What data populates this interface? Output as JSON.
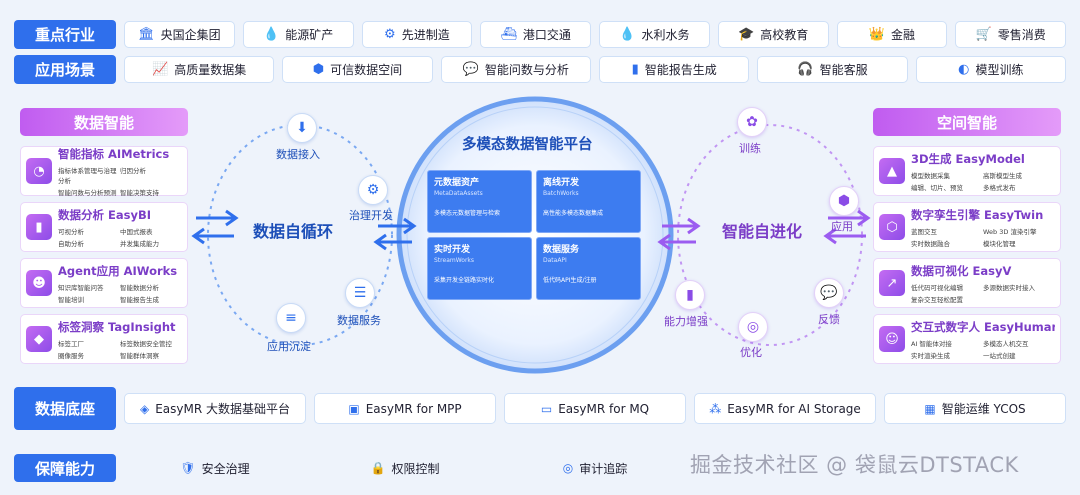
{
  "industries": {
    "label": "重点行业",
    "items": [
      {
        "name": "央国企集团",
        "icon": "bank-icon"
      },
      {
        "name": "能源矿产",
        "icon": "energy-icon"
      },
      {
        "name": "先进制造",
        "icon": "gear-icon"
      },
      {
        "name": "港口交通",
        "icon": "ship-icon"
      },
      {
        "name": "水利水务",
        "icon": "water-icon"
      },
      {
        "name": "高校教育",
        "icon": "graduation-icon"
      },
      {
        "name": "金融",
        "icon": "finance-icon"
      },
      {
        "name": "零售消费",
        "icon": "cart-icon"
      }
    ]
  },
  "scenarios": {
    "label": "应用场景",
    "items": [
      {
        "name": "高质量数据集",
        "icon": "chart-line-icon"
      },
      {
        "name": "可信数据空间",
        "icon": "cube-icon"
      },
      {
        "name": "智能问数与分析",
        "icon": "chat-icon"
      },
      {
        "name": "智能报告生成",
        "icon": "bar-chart-icon"
      },
      {
        "name": "智能客服",
        "icon": "headset-icon"
      },
      {
        "name": "模型训练",
        "icon": "model-icon"
      }
    ]
  },
  "data_intelligence": {
    "title": "数据智能",
    "cards": [
      {
        "title": "智能指标 AIMetrics",
        "icon": "pie-icon",
        "subs": [
          "指标体系管理与治理分析",
          "归因分析",
          "智能问数与分析预测",
          "智能决策支持"
        ]
      },
      {
        "title": "数据分析 EasyBI",
        "icon": "bar-chart-icon",
        "subs": [
          "可视分析",
          "中国式报表",
          "自助分析",
          "并发集成能力"
        ]
      },
      {
        "title": "Agent应用 AIWorks",
        "icon": "robot-icon",
        "subs": [
          "知识库智能问答",
          "智能数据分析",
          "智能培训",
          "智能报告生成"
        ]
      },
      {
        "title": "标签洞察 TagInsight",
        "icon": "tag-icon",
        "subs": [
          "标签工厂",
          "标签数据安全管控",
          "圈像服务",
          "智能群体洞察"
        ]
      }
    ]
  },
  "spatial_intelligence": {
    "title": "空间智能",
    "cards": [
      {
        "title": "3D生成 EasyModel",
        "icon": "3d-icon",
        "subs": [
          "模型数据采集",
          "高斯模型生成",
          "编辑、切片、预览",
          "多格式发布"
        ]
      },
      {
        "title": "数字孪生引擎 EasyTwin",
        "icon": "twin-icon",
        "subs": [
          "蓝图交互",
          "Web 3D 渲染引擎",
          "实时数据融合",
          "模块化管理"
        ]
      },
      {
        "title": "数据可视化 EasyV",
        "icon": "visualization-icon",
        "subs": [
          "低代码可视化编辑",
          "多源数据实时接入",
          "复杂交互轻松配置",
          ""
        ]
      },
      {
        "title": "交互式数字人 EasyHuman",
        "icon": "avatar-icon",
        "subs": [
          "AI 智能体对接",
          "多模态人机交互",
          "实时渲染生成",
          "一站式创建"
        ]
      }
    ]
  },
  "left_loop": {
    "title": "数据自循环",
    "steps": [
      "数据接入",
      "治理开发",
      "数据服务",
      "应用沉淀"
    ]
  },
  "right_loop": {
    "title": "智能自进化",
    "steps": [
      "训练",
      "应用",
      "反馈",
      "优化",
      "能力增强"
    ]
  },
  "platform": {
    "title": "多模态数据智能平台",
    "modules": [
      {
        "name": "元数据资产",
        "en": "MetaDataAssets",
        "desc": "多模态元数据管理与检索"
      },
      {
        "name": "离线开发",
        "en": "BatchWorks",
        "desc": "高性能多模态数据集成"
      },
      {
        "name": "实时开发",
        "en": "StreamWorks",
        "desc": "采集开发全链路实时化"
      },
      {
        "name": "数据服务",
        "en": "DataAPI",
        "desc": "低代码API生成/注册"
      }
    ]
  },
  "foundation": {
    "label": "数据底座",
    "items": [
      {
        "name": "EasyMR 大数据基础平台",
        "icon": "layers-icon"
      },
      {
        "name": "EasyMR for MPP",
        "icon": "chip-icon"
      },
      {
        "name": "EasyMR for MQ",
        "icon": "monitor-icon"
      },
      {
        "name": "EasyMR for AI Storage",
        "icon": "storage-icon"
      },
      {
        "name": "智能运维 YCOS",
        "icon": "ops-icon"
      }
    ]
  },
  "assurance": {
    "label": "保障能力",
    "items": [
      {
        "name": "安全治理",
        "icon": "shield-icon"
      },
      {
        "name": "权限控制",
        "icon": "lock-icon"
      },
      {
        "name": "审计追踪",
        "icon": "target-icon"
      },
      {
        "name": "",
        "icon": ""
      },
      {
        "name": "",
        "icon": ""
      }
    ]
  },
  "watermark": "掘金技术社区 @ 袋鼠云DTSTACK",
  "colors": {
    "blue": "#2f6fec",
    "purple": "#a45cf0"
  }
}
